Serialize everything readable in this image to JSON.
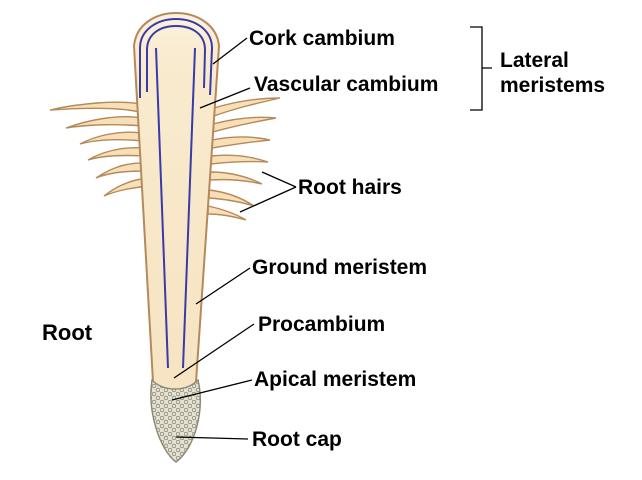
{
  "labels": {
    "cork_cambium": "Cork cambium",
    "vascular_cambium": "Vascular cambium",
    "lateral_line1": "Lateral",
    "lateral_line2": "meristems",
    "root_hairs": "Root hairs",
    "ground_meristem": "Ground meristem",
    "procambium": "Procambium",
    "apical_meristem": "Apical meristem",
    "root_cap": "Root cap",
    "root": "Root"
  },
  "colors": {
    "root_fill": "#f8e8cc",
    "root_outline": "#b5895a",
    "hair_fill": "#f7dfb8",
    "cambium_line": "#3a3aa8",
    "root_cap_fill": "#d6d3c4",
    "text": "#000000"
  }
}
